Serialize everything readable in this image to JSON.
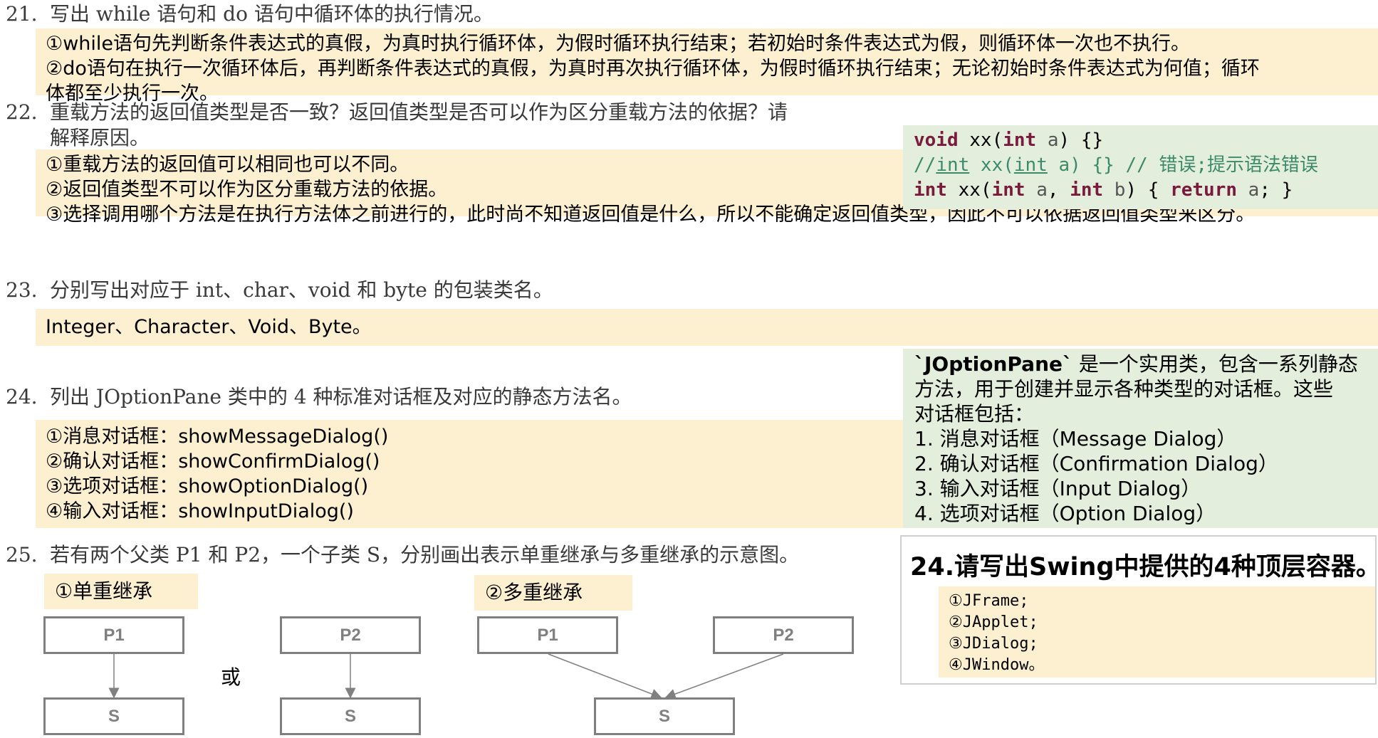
{
  "q21": {
    "num": "21.",
    "text": "写出 while 语句和 do 语句中循环体的执行情况。",
    "answer": [
      "①while语句先判断条件表达式的真假，为真时执行循环体，为假时循环执行结束；若初始时条件表达式为假，则循环体一次也不执行。",
      "②do语句在执行一次循环体后，再判断条件表达式的真假，为真时再次执行循环体，为假时循环执行结束；无论初始时条件表达式为何值；循环",
      "体都至少执行一次。"
    ]
  },
  "q22": {
    "num": "22.",
    "text_line1": "重载方法的返回值类型是否一致？返回值类型是否可以作为区分重载方法的依据？请",
    "text_line2": "解释原因。",
    "answer": [
      "①重载方法的返回值可以相同也可以不同。",
      "②返回值类型不可以作为区分重载方法的依据。",
      "③选择调用哪个方法是在执行方法体之前进行的，此时尚不知道返回值是什么，所以不能确定返回值类型，因此不可以依据返回值类型来区分。"
    ],
    "code": {
      "l1_kw": "void",
      "l1_name": " xx(",
      "l1_kw2": "int",
      "l1_param": " a",
      "l1_rest": ") {}",
      "l2_prefix": "//",
      "l2_int1": "int",
      "l2_mid": " xx(",
      "l2_int2": "int",
      "l2_rest": " a) {} // 错误;提示语法错误",
      "l3_kw": "int",
      "l3_name": " xx(",
      "l3_kw2": "int",
      "l3_pa": " a",
      "l3_comma": ", ",
      "l3_kw3": "int",
      "l3_pb": " b",
      "l3_mid": ") { ",
      "l3_ret": "return",
      "l3_pa2": " a",
      "l3_end": "; }"
    }
  },
  "q23": {
    "num": "23.",
    "text": "分别写出对应于 int、char、void 和 byte 的包装类名。",
    "answer": "Integer、Character、Void、Byte。"
  },
  "q24": {
    "num": "24.",
    "text": "列出 JOptionPane 类中的 4 种标准对话框及对应的静态方法名。",
    "answer": [
      "①消息对话框：showMessageDialog()",
      "②确认对话框：showConfirmDialog()",
      "③选项对话框：showOptionDialog()",
      "④输入对话框：showInputDialog()"
    ],
    "note": {
      "bold": "`JOptionPane`",
      "line1_rest": " 是一个实用类，包含一系列静态",
      "line2": "方法，用于创建并显示各种类型的对话框。这些",
      "line3": "对话框包括：",
      "items": [
        "1. 消息对话框（Message Dialog）",
        "2. 确认对话框（Confirmation Dialog）",
        "3. 输入对话框（Input Dialog）",
        "4. 选项对话框（Option Dialog）"
      ]
    }
  },
  "q25": {
    "num": "25.",
    "text": "若有两个父类 P1 和 P2，一个子类 S，分别画出表示单重继承与多重继承的示意图。",
    "single_label": "①单重继承",
    "multi_label": "②多重继承",
    "or": "或",
    "p1": "P1",
    "p2": "P2",
    "s": "S"
  },
  "swing": {
    "title": "24.请写出Swing中提供的4种顶层容器。",
    "items": [
      "①JFrame;",
      "②JApplet;",
      "③JDialog;",
      "④JWindow。"
    ]
  }
}
